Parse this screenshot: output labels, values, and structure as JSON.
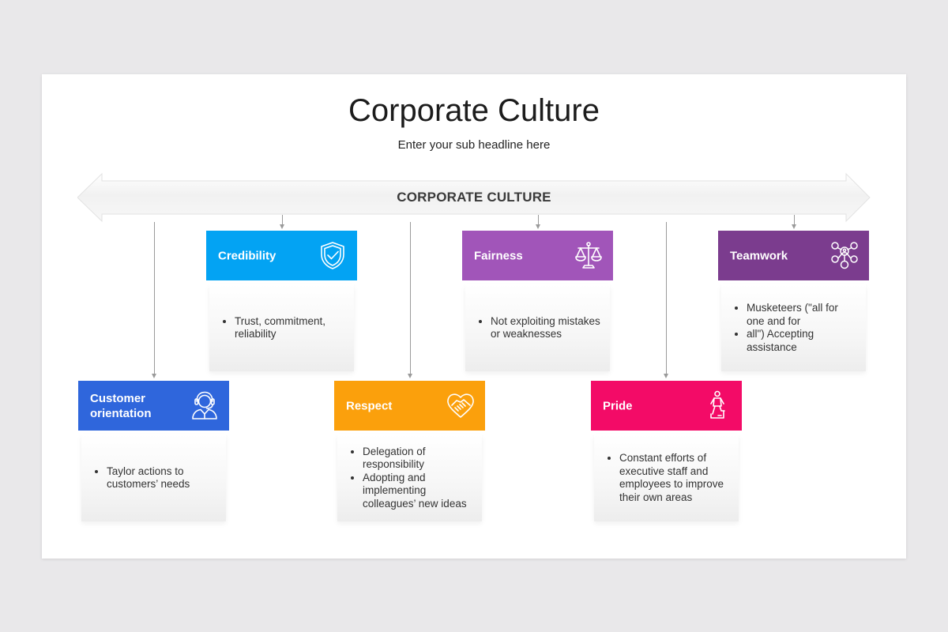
{
  "title": "Corporate Culture",
  "subtitle": "Enter your sub headline here",
  "banner_label": "CORPORATE CULTURE",
  "colors": {
    "credibility": "#03a3f3",
    "fairness": "#a155b9",
    "teamwork": "#7b3c8e",
    "customer": "#2f66dc",
    "respect": "#fba00c",
    "pride": "#f30b67"
  },
  "cards": {
    "credibility": {
      "title": "Credibility",
      "icon": "shield-check-icon",
      "points": [
        "Trust, commitment, reliability"
      ]
    },
    "fairness": {
      "title": "Fairness",
      "icon": "scales-icon",
      "points": [
        "Not exploiting mistakes or weaknesses"
      ]
    },
    "teamwork": {
      "title": "Teamwork",
      "icon": "network-people-icon",
      "points": [
        "Musketeers  (\"all for one and for",
        "all\") Accepting assistance"
      ]
    },
    "customer": {
      "title": "Customer orientation",
      "icon": "headset-agent-icon",
      "points": [
        "Taylor actions to customers’ needs"
      ]
    },
    "respect": {
      "title": "Respect",
      "icon": "handshake-icon",
      "points": [
        "Delegation of responsibility",
        "Adopting and implementing colleagues’ new ideas"
      ]
    },
    "pride": {
      "title": "Pride",
      "icon": "person-podium-icon",
      "points": [
        "Constant efforts of executive staff and employees to improve their own areas"
      ]
    }
  }
}
